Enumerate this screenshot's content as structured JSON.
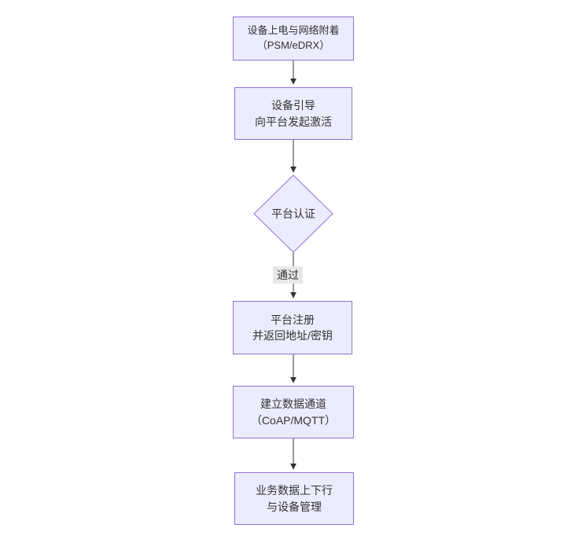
{
  "diagram": {
    "type": "flowchart",
    "direction": "top-down",
    "colors": {
      "node_fill": "#ECECFF",
      "node_border": "#9370DB",
      "edge_line": "#333333",
      "edge_label_bg": "#e8e8e8",
      "text": "#333333",
      "background": "#ffffff"
    },
    "nodes": [
      {
        "id": "power-on",
        "shape": "rect",
        "lines": [
          "设备上电与网络附着",
          "（PSM/eDRX）"
        ]
      },
      {
        "id": "bootstrap",
        "shape": "rect",
        "lines": [
          "设备引导",
          "向平台发起激活"
        ]
      },
      {
        "id": "auth",
        "shape": "diamond",
        "lines": [
          "平台认证"
        ]
      },
      {
        "id": "register",
        "shape": "rect",
        "lines": [
          "平台注册",
          "并返回地址/密钥"
        ]
      },
      {
        "id": "channel",
        "shape": "rect",
        "lines": [
          "建立数据通道",
          "（CoAP/MQTT）"
        ]
      },
      {
        "id": "business",
        "shape": "rect",
        "lines": [
          "业务数据上下行",
          "与设备管理"
        ]
      }
    ],
    "edges": [
      {
        "from": "power-on",
        "to": "bootstrap",
        "label": ""
      },
      {
        "from": "bootstrap",
        "to": "auth",
        "label": ""
      },
      {
        "from": "auth",
        "to": "register",
        "label": "通过"
      },
      {
        "from": "register",
        "to": "channel",
        "label": ""
      },
      {
        "from": "channel",
        "to": "business",
        "label": ""
      }
    ]
  }
}
